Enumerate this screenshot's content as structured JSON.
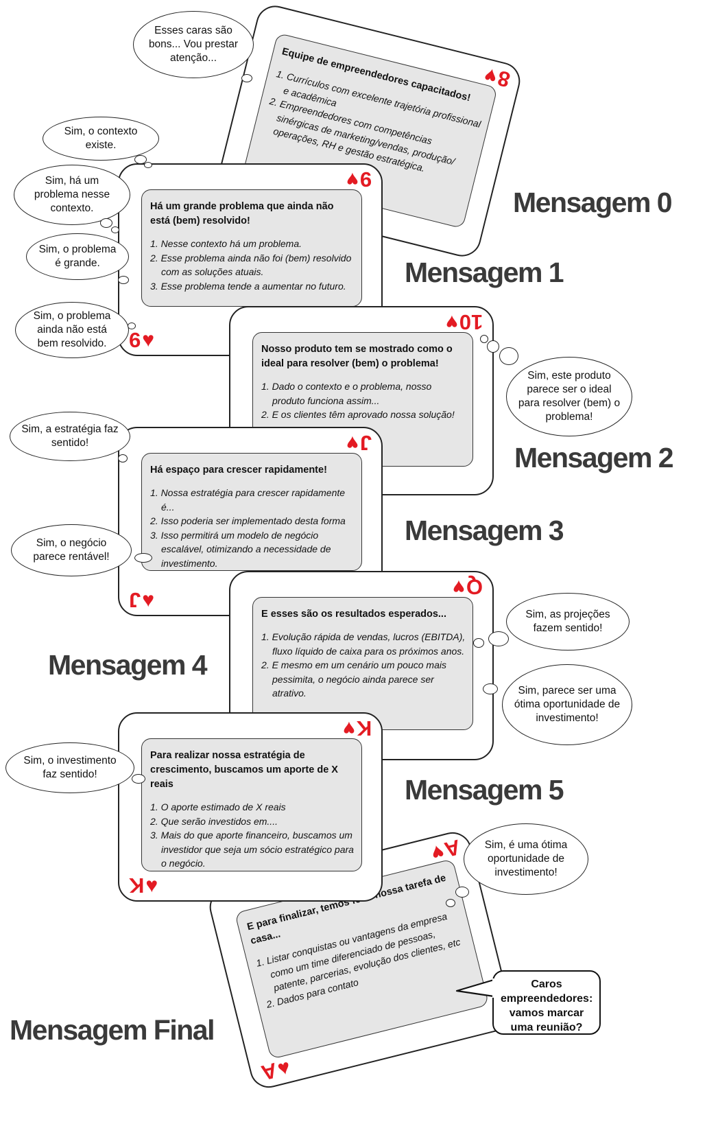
{
  "cards": {
    "c8": {
      "rank": "8",
      "suit": "♥",
      "title": "Equipe de empreendedores capacitados!",
      "items": [
        "1. Currículos com excelente trajetória profissional e acadêmica",
        "2. Empreendedores com competências sinérgicas de marketing/vendas, produção/ operações, RH e gestão estratégica."
      ]
    },
    "c9": {
      "rank": "9",
      "suit": "♥",
      "title": "Há um grande problema que ainda não está (bem) resolvido!",
      "items": [
        "1. Nesse contexto há um problema.",
        "2. Esse problema ainda não foi (bem) resolvido com as soluções atuais.",
        "3. Esse problema tende a aumentar no futuro."
      ]
    },
    "c10": {
      "rank": "10",
      "suit": "♥",
      "title": "Nosso produto tem se mostrado como o ideal para resolver (bem) o problema!",
      "items": [
        "1. Dado o contexto e o problema, nosso produto funciona assim...",
        "2. E os clientes têm aprovado nossa solução!"
      ]
    },
    "cJ": {
      "rank": "J",
      "suit": "♥",
      "title": "Há espaço para crescer rapidamente!",
      "items": [
        "1. Nossa estratégia para crescer rapidamente é...",
        "2. Isso poderia ser implementado desta forma",
        "3. Isso permitirá um modelo de negócio escalável, otimizando a necessidade de investimento."
      ]
    },
    "cQ": {
      "rank": "Q",
      "suit": "♥",
      "title": "E esses são os resultados esperados...",
      "items": [
        "1. Evolução rápida de vendas, lucros (EBITDA), fluxo líquido de caixa para os próximos anos.",
        "2. E mesmo em um cenário um pouco mais pessimita, o negócio ainda parece ser atrativo."
      ]
    },
    "cK": {
      "rank": "K",
      "suit": "♥",
      "title": "Para realizar nossa estratégia de crescimento, buscamos um aporte de X reais",
      "items": [
        "1. O aporte estimado de X reais",
        "2. Que serão investidos em....",
        "3. Mais do que aporte financeiro, buscamos um investidor que seja um sócio estratégico para o negócio."
      ]
    },
    "cA": {
      "rank": "A",
      "suit": "♥",
      "title": "E para finalizar, temos feito nossa tarefa de casa...",
      "items": [
        "1. Listar conquistas ou vantagens da empresa como um time diferenciado de pessoas, patente, parcerias, evolução dos clientes, etc",
        "2. Dados para contato"
      ]
    }
  },
  "labels": {
    "m0": "Mensagem 0",
    "m1": "Mensagem 1",
    "m2": "Mensagem 2",
    "m3": "Mensagem 3",
    "m4": "Mensagem 4",
    "m5": "Mensagem 5",
    "final": "Mensagem Final"
  },
  "thoughts": {
    "t0": "Esses caras são bons... Vou prestar atenção...",
    "t1": "Sim, o contexto existe.",
    "t2": "Sim, há um problema nesse contexto.",
    "t3": "Sim, o problema é grande.",
    "t4": "Sim, o problema ainda não está bem resolvido.",
    "t5": "Sim, este produto parece ser o ideal para resolver (bem) o problema!",
    "t6": "Sim, a estratégia faz sentido!",
    "t7": "Sim, o negócio parece rentável!",
    "t8": "Sim, as projeções fazem sentido!",
    "t9": "Sim, parece ser uma ótima oportunidade de investimento!",
    "t10": "Sim, o investimento faz sentido!",
    "t11": "Sim, é uma ótima oportunidade de investimento!"
  },
  "speech": "Caros empreendedores: vamos marcar uma reunião?"
}
